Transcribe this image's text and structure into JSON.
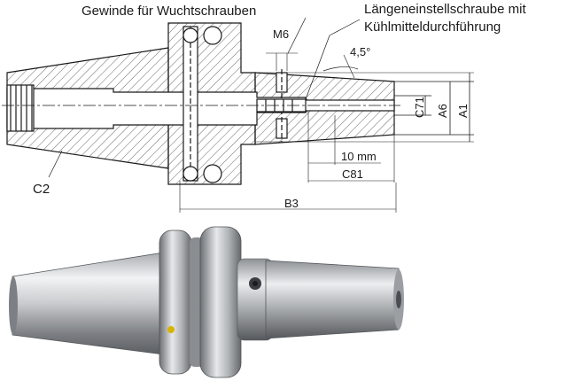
{
  "labels": {
    "balancing_screws": "Gewinde für Wuchtschrauben",
    "adjusting_screw_line1": "Längeneinstellschraube mit",
    "adjusting_screw_line2": "Kühlmitteldurchführung",
    "thread": "M6",
    "angle": "4,5°",
    "c71": "C71",
    "a6": "A6",
    "a1": "A1",
    "ten_mm": "10 mm",
    "c81": "C81",
    "c2": "C2",
    "b3": "B3"
  },
  "colors": {
    "line": "#1a1a1a",
    "hatch": "#444444",
    "steel_dark": "#6f7276",
    "steel_light": "#f2f3f4",
    "marker_dot": "#d8b400"
  }
}
